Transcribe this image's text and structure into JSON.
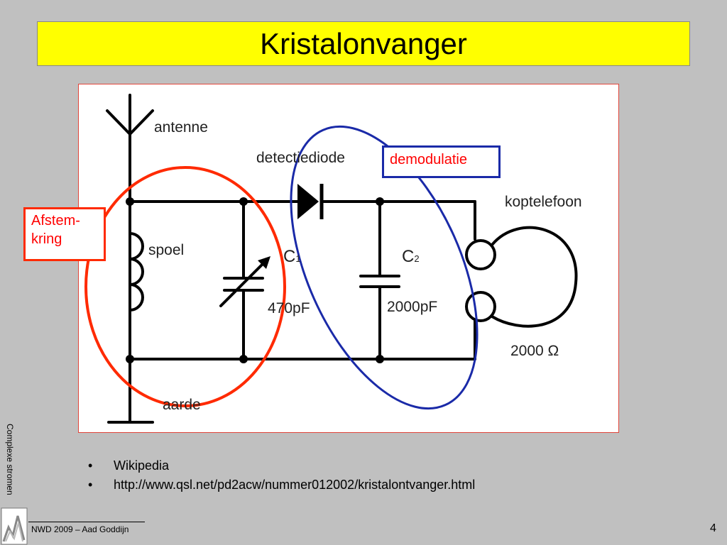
{
  "slide": {
    "title": "Kristalonvanger",
    "page_number": "4",
    "footer": "NWD 2009 – Aad Goddijn",
    "side_label": "Complexe stromen"
  },
  "diagram": {
    "labels": {
      "antenne": "antenne",
      "detectiediode": "detectiediode",
      "koptelefoon": "koptelefoon",
      "spoel": "spoel",
      "c1": "C",
      "c1_sub": "1",
      "c1_value": "470pF",
      "c2": "C",
      "c2_sub": "2",
      "c2_value": "2000pF",
      "impedance": "2000 Ω",
      "aarde": "aarde"
    },
    "callouts": {
      "tuning_circuit": [
        "Afstem-",
        "kring"
      ],
      "demodulation": "demodulatie"
    },
    "colors": {
      "tuning_ellipse": "#ff2a00",
      "demod_ellipse": "#1a2aa8",
      "title_bg": "#ffff00"
    }
  },
  "references": [
    "Wikipedia",
    "http://www.qsl.net/pd2acw/nummer012002/kristalontvanger.html"
  ]
}
